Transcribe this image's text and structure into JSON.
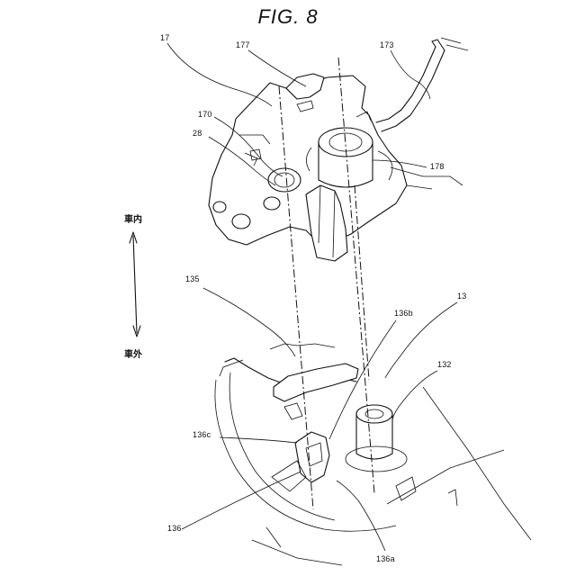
{
  "figure": {
    "title": "FIG. 8"
  },
  "direction": {
    "inner": "車内",
    "outer": "車外"
  },
  "labels": {
    "l17": "17",
    "l177": "177",
    "l173": "173",
    "l170": "170",
    "l28": "28",
    "l178": "178",
    "l135": "135",
    "l13": "13",
    "l136b": "136b",
    "l132": "132",
    "l136c": "136c",
    "l136": "136",
    "l136a": "136a"
  }
}
